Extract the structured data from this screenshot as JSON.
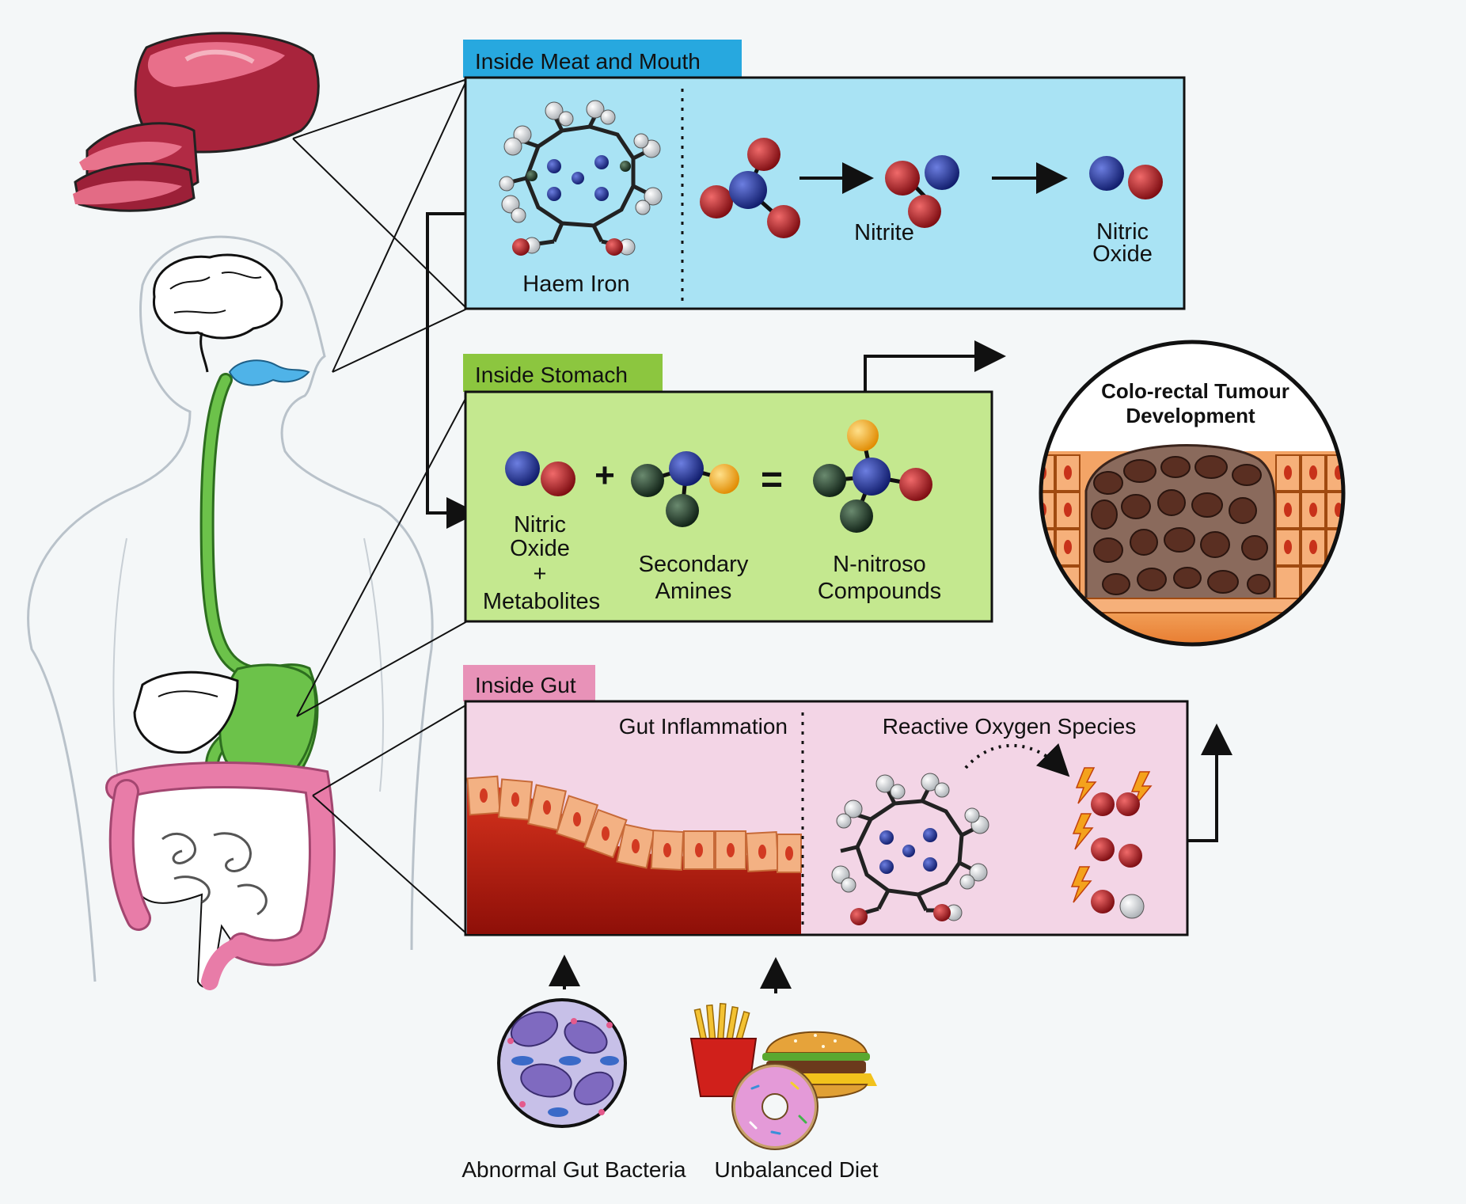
{
  "panels": {
    "meat": {
      "tab": "Inside Meat and Mouth",
      "haem_label": "Haem Iron",
      "nitrite_label": "Nitrite",
      "nitric_oxide_label_1": "Nitric",
      "nitric_oxide_label_2": "Oxide"
    },
    "stomach": {
      "tab": "Inside Stomach",
      "plus": "+",
      "equals": "=",
      "reactant1_line1": "Nitric",
      "reactant1_line2": "Oxide",
      "reactant1_line3": "+",
      "reactant1_line4": "Metabolites",
      "reactant2_line1": "Secondary",
      "reactant2_line2": "Amines",
      "product_line1": "N-nitroso",
      "product_line2": "Compounds"
    },
    "gut": {
      "tab": "Inside Gut",
      "inflammation_label": "Gut Inflammation",
      "ros_label": "Reactive Oxygen Species"
    }
  },
  "tumour": {
    "title_line1": "Colo-rectal Tumour",
    "title_line2": "Development"
  },
  "factors": {
    "bacteria": "Abnormal Gut Bacteria",
    "diet": "Unbalanced Diet"
  },
  "colors": {
    "meat_panel": "#a9e3f4",
    "meat_tab": "#27a8df",
    "stomach_panel": "#c4e88f",
    "stomach_tab": "#8cc63f",
    "gut_panel": "#f3d5e6",
    "gut_tab": "#e892b8",
    "nitrogen": "#1b2a8c",
    "oxygen": "#b0141b",
    "carbon": "#1f3a28",
    "substituent": "#f2a71c",
    "digestive_tract": "#6cc24a",
    "esophagus": "#4fb3e8",
    "colon": "#e87ca8"
  }
}
